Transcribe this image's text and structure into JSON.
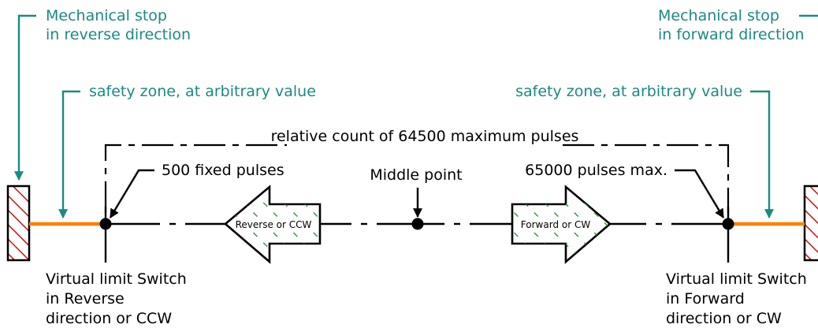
{
  "labels": {
    "mech_stop_reverse": [
      "Mechanical stop",
      "in reverse direction"
    ],
    "mech_stop_forward": [
      "Mechanical stop",
      "in forward direction"
    ],
    "safety_zone_left": "safety zone, at arbitrary value",
    "safety_zone_right": "safety zone, at arbitrary value",
    "relative_count": "relative count of 64500 maximum pulses",
    "fixed_pulses": "500 fixed pulses",
    "middle_point": "Middle point",
    "max_pulses": "65000 pulses max.",
    "reverse_arrow": "Reverse or CCW",
    "forward_arrow": "Forward or CW",
    "virtual_switch_reverse": [
      "Virtual limit Switch",
      "in Reverse",
      "direction or CCW"
    ],
    "virtual_switch_forward": [
      "Virtual limit Switch",
      "in Forward",
      "direction or CW"
    ]
  },
  "colors": {
    "annotation": "#1a8a82",
    "safety_zone": "#ff8000",
    "hatch_stop": "#cc1111",
    "hatch_arrow": "#1e8c1e",
    "line": "#000000"
  }
}
